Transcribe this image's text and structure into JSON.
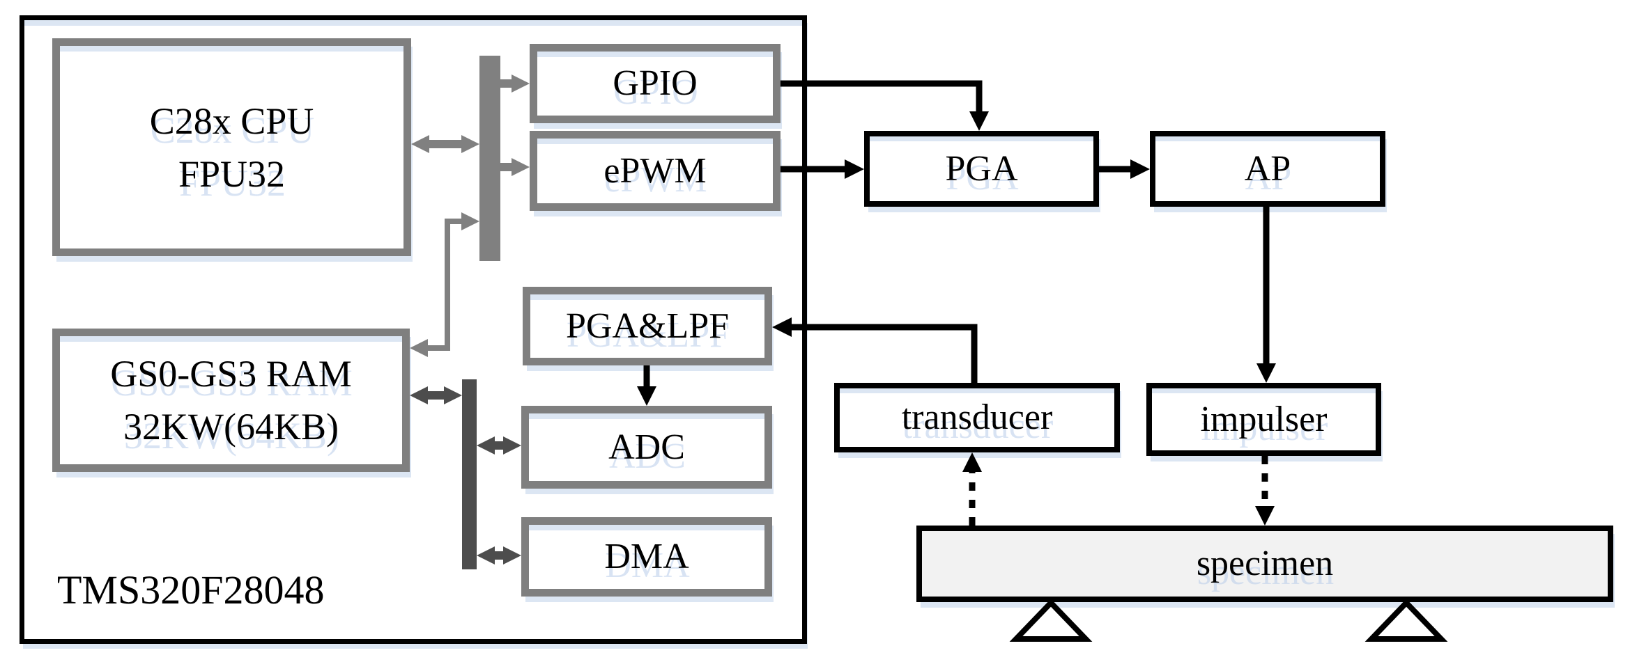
{
  "colors": {
    "border-gray": "#7f7f7f",
    "bus-gray": "#808080",
    "bus-dark": "#4d4d4d",
    "accent-blue": "#dce6f3",
    "specimen-fill": "#f2f2f2"
  },
  "chip": {
    "label": "TMS320F28048",
    "cpu_line1": "C28x CPU",
    "cpu_line2": "FPU32",
    "ram_line1": "GS0-GS3 RAM",
    "ram_line2": "32KW(64KB)",
    "gpio": "GPIO",
    "epwm": "ePWM",
    "pga_lpf": "PGA&LPF",
    "adc": "ADC",
    "dma": "DMA"
  },
  "external": {
    "pga": "PGA",
    "ap": "AP",
    "transducer": "transducer",
    "impulser": "impulser",
    "specimen": "specimen"
  }
}
